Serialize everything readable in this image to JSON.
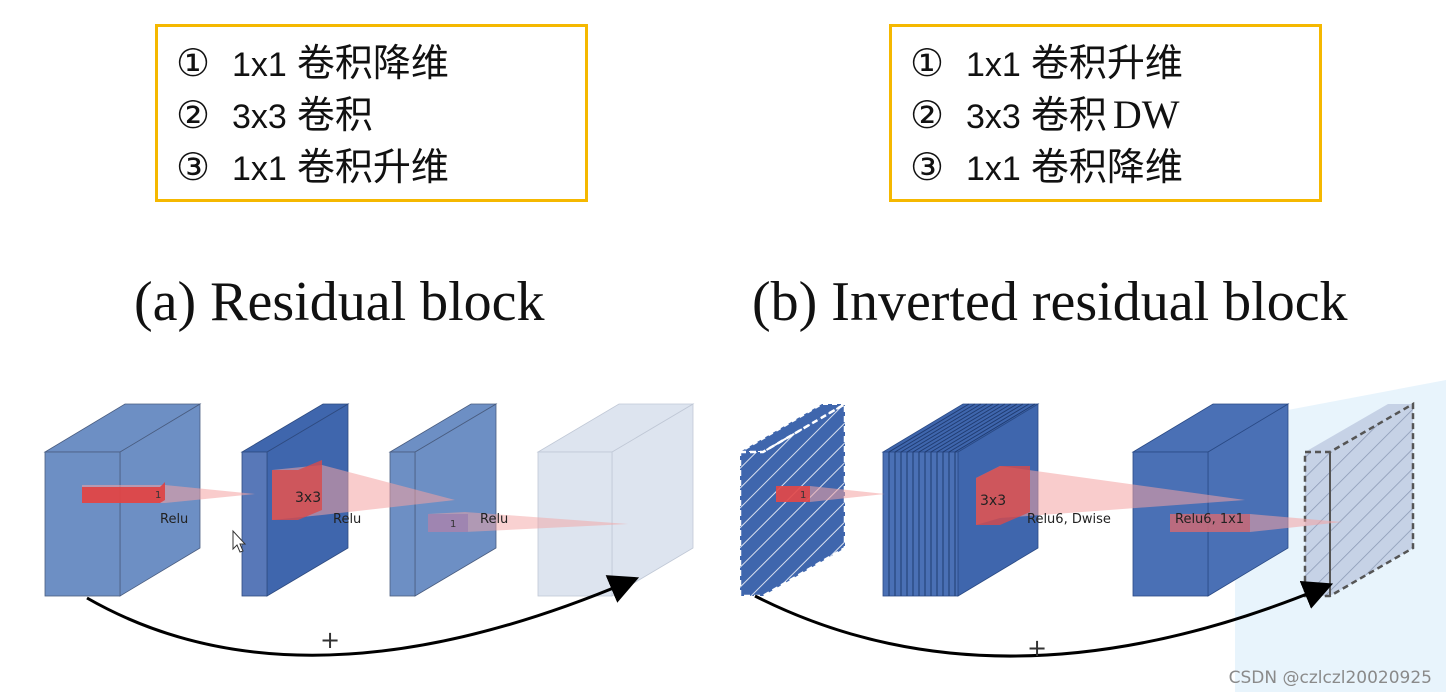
{
  "left_box": {
    "items": [
      {
        "num": "①",
        "size": "1x1",
        "text": "卷积降维"
      },
      {
        "num": "②",
        "size": "3x3",
        "text": "卷积"
      },
      {
        "num": "③",
        "size": "1x1",
        "text": "卷积升维"
      }
    ]
  },
  "right_box": {
    "items": [
      {
        "num": "①",
        "size": "1x1",
        "text": "卷积升维",
        "suffix": ""
      },
      {
        "num": "②",
        "size": "3x3",
        "text": "卷积",
        "suffix": "DW"
      },
      {
        "num": "③",
        "size": "1x1",
        "text": "卷积降维",
        "suffix": ""
      }
    ]
  },
  "titles": {
    "left": "(a) Residual block",
    "right": "(b) Inverted residual block"
  },
  "diagram_left": {
    "labels": {
      "relu1": "Relu",
      "relu2": "Relu",
      "relu3": "Relu",
      "k1": "1",
      "k3": "3x3",
      "k1b": "1"
    },
    "plus": "+"
  },
  "diagram_right": {
    "labels": {
      "relu6_dwise": "Relu6, Dwise",
      "relu6_1x1": "Relu6, 1x1",
      "k1": "1",
      "k3": "3x3"
    },
    "plus": "+"
  },
  "colors": {
    "box_border": "#f5b800",
    "block_blue": "#5b7fb8",
    "block_dark": "#3f66ad",
    "kernel_red": "#e23b3b"
  },
  "watermark": "CSDN @czlczl20020925"
}
